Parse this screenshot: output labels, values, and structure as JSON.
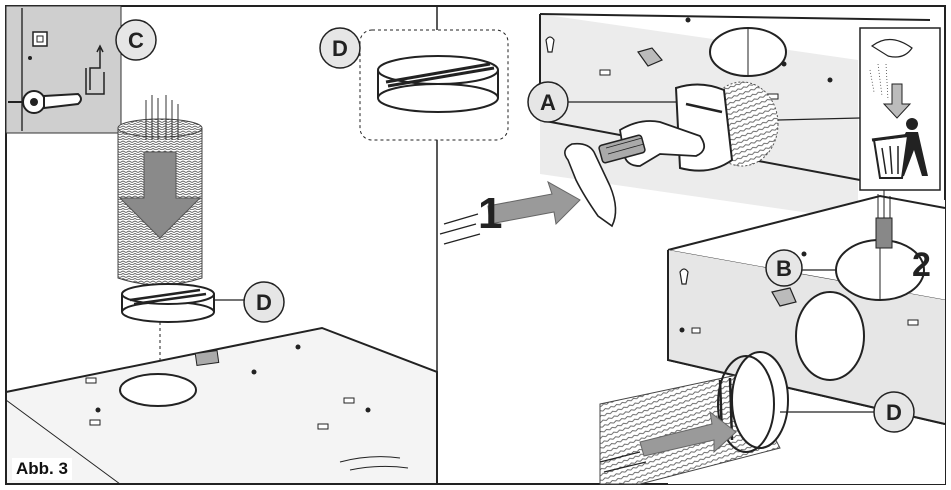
{
  "figure": {
    "label": "Abb. 3"
  },
  "callouts": {
    "a": "A",
    "b": "B",
    "c": "C",
    "d_top": "D",
    "d_left": "D",
    "d_right": "D"
  },
  "steps": {
    "one": "1",
    "two": "2"
  },
  "icons": [
    "wall-bracket-icon",
    "down-arrow-icon",
    "trash-bin-icon",
    "hand-icon",
    "brush-icon"
  ],
  "colors": {
    "ink": "#222222",
    "panel_gray": "#c8c8c8",
    "box_gray": "#e2e2e2",
    "arrow_gray": "#8a8a8a"
  }
}
